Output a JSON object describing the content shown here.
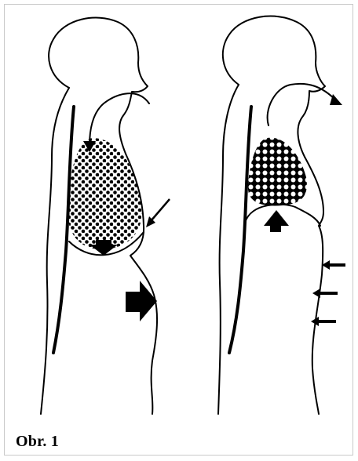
{
  "figure": {
    "caption": "Obr. 1",
    "panels": [
      {
        "name": "inhalation-figure",
        "airflow": "in"
      },
      {
        "name": "exhalation-figure",
        "airflow": "out"
      }
    ]
  }
}
